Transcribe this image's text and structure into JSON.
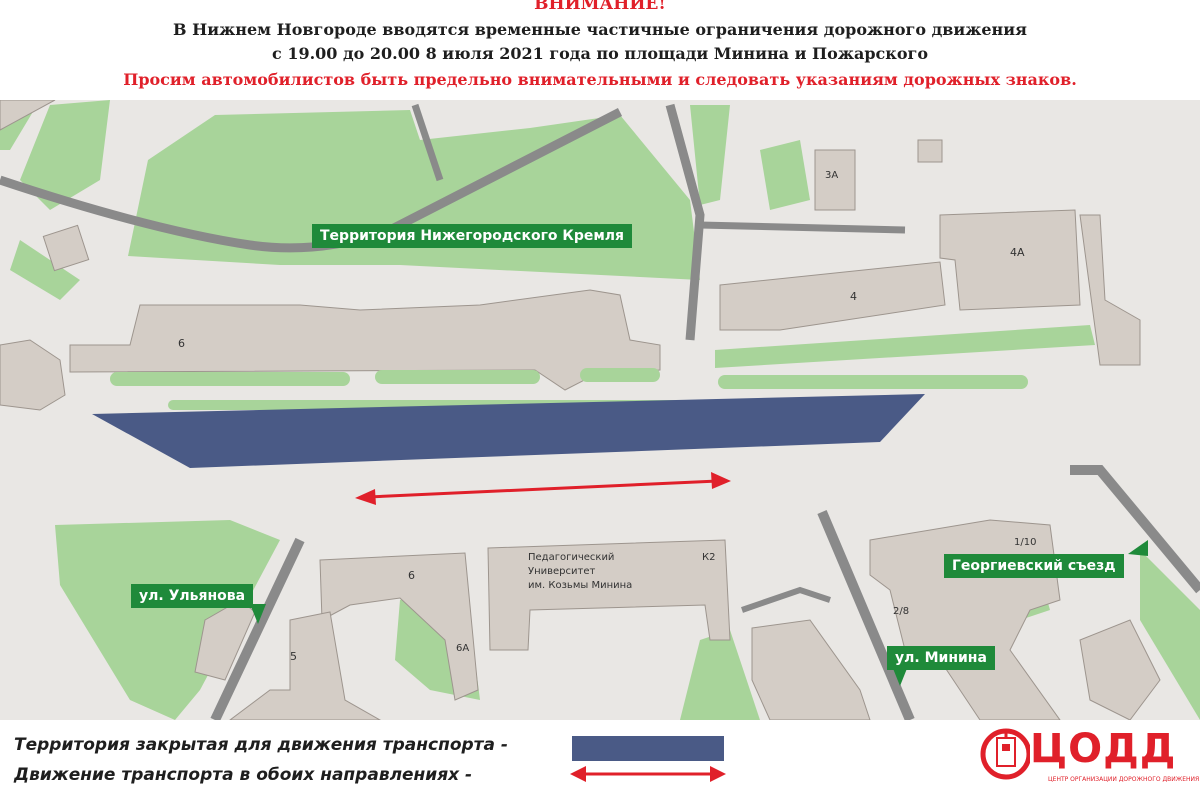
{
  "header": {
    "title": "ВНИМАНИЕ!",
    "line1": "В Нижнем Новгороде вводятся временные частичные ограничения дорожного движения",
    "line2": "с 19.00 до 20.00 8 июля 2021 года по площади Минина и Пожарского",
    "warning": "Просим автомобилистов быть предельно внимательными и следовать указаниям дорожных знаков."
  },
  "map": {
    "labels": {
      "kremlin": "Территория Нижегородского Кремля",
      "ulyanova": "ул. Ульянова",
      "georgievsky": "Георгиевский съезд",
      "minina": "ул. Минина"
    },
    "buildings": {
      "b6_north": "6",
      "b4": "4",
      "b4a": "4А",
      "b3a": "3А",
      "b6_south": "6",
      "b6a": "6А",
      "b5": "5",
      "k2": "К2",
      "b1_10": "1/10",
      "b2_8": "2/8",
      "university_1": "Педагогический",
      "university_2": "Университет",
      "university_3": "им. Козьмы Минина"
    }
  },
  "legend": {
    "closed": "Территория закрытая для движения транспорта -",
    "both_directions": "Движение транспорта в обоих направлениях  -"
  },
  "logo": {
    "name": "ЦОДД",
    "subtitle": "ЦЕНТР ОРГАНИЗАЦИИ ДОРОЖНОГО ДВИЖЕНИЯ"
  },
  "colors": {
    "closed_zone": "#4a5a86",
    "arrow": "#e0202a",
    "label_bg": "#1f8a3a",
    "building": "#d4cdc6",
    "park": "#a8d49a",
    "road": "#8c8c8c"
  }
}
